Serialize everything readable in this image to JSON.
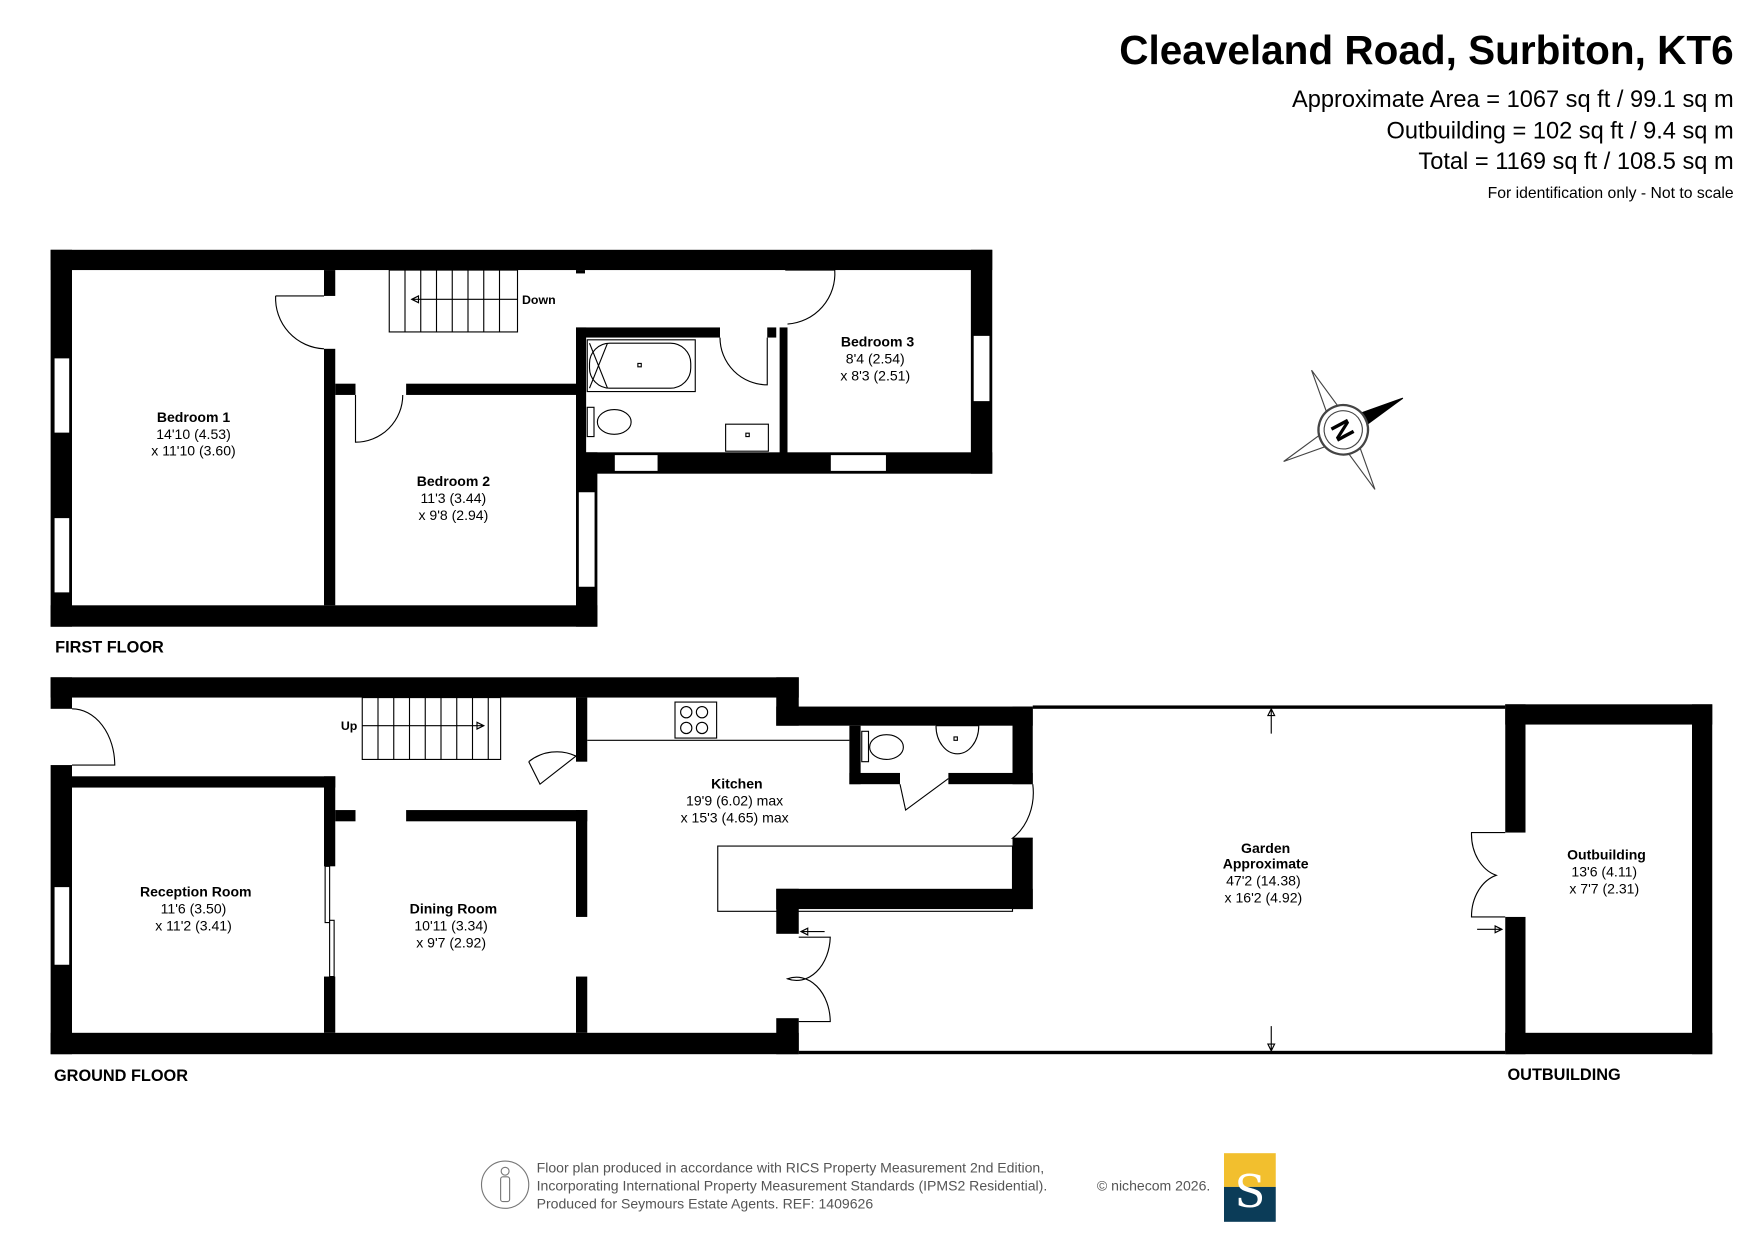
{
  "header": {
    "title": "Cleaveland Road, Surbiton, KT6",
    "area_lines": [
      "Approximate Area = 1067 sq ft / 99.1 sq m",
      "Outbuilding = 102 sq ft / 9.4 sq m",
      "Total = 1169 sq ft / 108.5 sq m"
    ],
    "disclaimer": "For identification only - Not to scale"
  },
  "compass": {
    "label": "N"
  },
  "first_floor": {
    "label": "FIRST FLOOR",
    "stairs_label": "Down",
    "rooms": [
      {
        "name": "Bedroom 1",
        "dim1": "14'10 (4.53)",
        "dim2": "x 11'10 (3.60)"
      },
      {
        "name": "Bedroom 2",
        "dim1": "11'3 (3.44)",
        "dim2": "x 9'8 (2.94)"
      },
      {
        "name": "Bedroom 3",
        "dim1": "8'4 (2.54)",
        "dim2": "x 8'3 (2.51)"
      }
    ]
  },
  "ground_floor": {
    "label": "GROUND FLOOR",
    "stairs_label": "Up",
    "rooms": [
      {
        "name": "Reception Room",
        "dim1": "11'6 (3.50)",
        "dim2": "x 11'2 (3.41)"
      },
      {
        "name": "Dining Room",
        "dim1": "10'11 (3.34)",
        "dim2": "x 9'7 (2.92)"
      },
      {
        "name": "Kitchen",
        "dim1": "19'9 (6.02) max",
        "dim2": "x 15'3 (4.65) max"
      },
      {
        "name": "Garden",
        "name2": "Approximate",
        "dim1": "47'2 (14.38)",
        "dim2": "x 16'2 (4.92)"
      }
    ]
  },
  "outbuilding": {
    "label": "OUTBUILDING",
    "room": {
      "name": "Outbuilding",
      "dim1": "13'6 (4.11)",
      "dim2": "x 7'7 (2.31)"
    }
  },
  "footer": {
    "lines": [
      "Floor plan produced in accordance with RICS Property Measurement 2nd Edition,",
      "Incorporating International Property Measurement Standards (IPMS2 Residential).",
      "Produced for Seymours Estate Agents.   REF: 1409626"
    ],
    "copyright": "© nichecom 2026.",
    "logo_letter": "S",
    "logo_colors": {
      "top": "#f2bf2e",
      "bottom": "#0b3c58"
    }
  }
}
